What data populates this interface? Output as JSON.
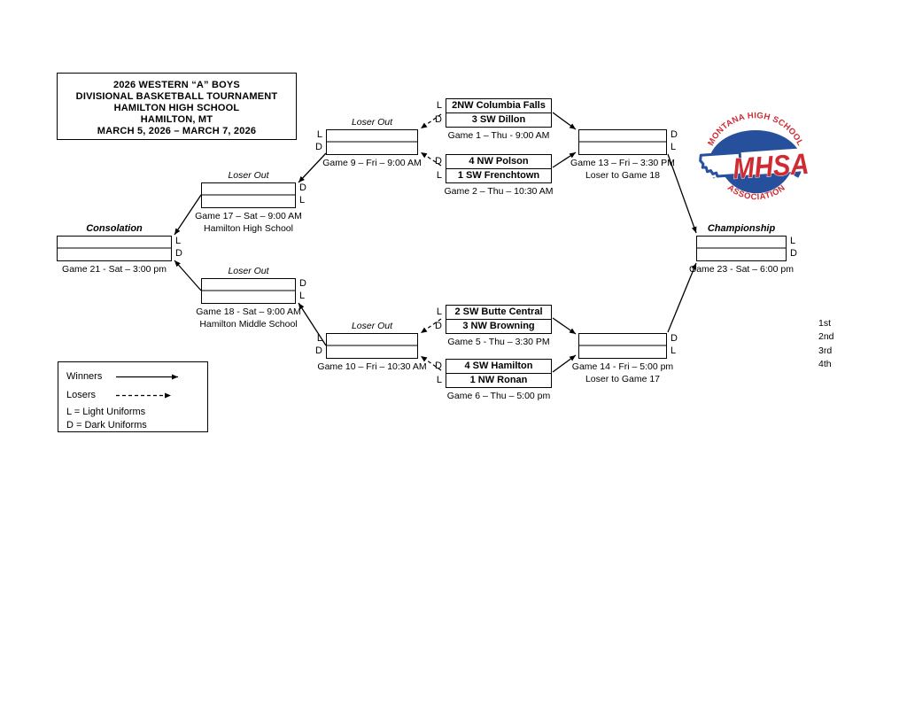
{
  "title": {
    "line1": "2026 WESTERN “A” BOYS",
    "line2": "DIVISIONAL BASKETBALL TOURNAMENT",
    "line3": "HAMILTON HIGH SCHOOL",
    "line4": "HAMILTON, MT",
    "line5": "MARCH 5, 2026 – MARCH 7, 2026"
  },
  "games": {
    "g1": {
      "caption": "Game 1 – Thu - 9:00 AM",
      "teams": [
        {
          "uniform": "L",
          "name": "2NW Columbia Falls"
        },
        {
          "uniform": "D",
          "name": "3 SW Dillon"
        }
      ]
    },
    "g2": {
      "caption": "Game 2 – Thu – 10:30 AM",
      "teams": [
        {
          "uniform": "D",
          "name": "4 NW Polson"
        },
        {
          "uniform": "L",
          "name": "1 SW Frenchtown"
        }
      ]
    },
    "g5": {
      "caption": "Game 5 - Thu – 3:30 PM",
      "teams": [
        {
          "uniform": "L",
          "name": "2 SW Butte Central"
        },
        {
          "uniform": "D",
          "name": "3 NW Browning"
        }
      ]
    },
    "g6": {
      "caption": "Game 6 – Thu – 5:00 pm",
      "teams": [
        {
          "uniform": "D",
          "name": "4 SW Hamilton"
        },
        {
          "uniform": "L",
          "name": "1 NW Ronan"
        }
      ]
    },
    "g9": {
      "header": "Loser Out",
      "caption": "Game 9 – Fri – 9:00 AM",
      "slots": [
        "L",
        "D"
      ]
    },
    "g10": {
      "header": "Loser Out",
      "caption": "Game 10 – Fri – 10:30 AM",
      "slots": [
        "L",
        "D"
      ]
    },
    "g13": {
      "caption": "Game 13 – Fri – 3:30 PM",
      "note": "Loser to Game 18",
      "slots": [
        "D",
        "L"
      ]
    },
    "g14": {
      "caption": "Game 14 - Fri – 5:00 pm",
      "note": "Loser to Game 17",
      "slots": [
        "D",
        "L"
      ]
    },
    "g17": {
      "header": "Loser Out",
      "caption": "Game 17 – Sat – 9:00 AM",
      "note": "Hamilton High School",
      "slots": [
        "D",
        "L"
      ]
    },
    "g18": {
      "header": "Loser Out",
      "caption": "Game 18 - Sat – 9:00 AM",
      "note": "Hamilton Middle School",
      "slots": [
        "D",
        "L"
      ]
    },
    "g21": {
      "header": "Consolation",
      "caption": "Game 21 - Sat – 3:00 pm",
      "slots": [
        "L",
        "D"
      ]
    },
    "g23": {
      "header": "Championship",
      "caption": "Game 23 - Sat – 6:00 pm",
      "slots": [
        "L",
        "D"
      ]
    }
  },
  "legend": {
    "winners": "Winners",
    "losers": "Losers",
    "light": "L = Light Uniforms",
    "dark": "D = Dark Uniforms"
  },
  "placements": [
    "1st",
    "2nd",
    "3rd",
    "4th"
  ],
  "logo": {
    "arc_top": "MONTANA HIGH SCHOOL",
    "acronym": "MHSA",
    "arc_bottom": "ASSOCIATION",
    "blue": "#26509c",
    "red": "#ce2b33"
  }
}
